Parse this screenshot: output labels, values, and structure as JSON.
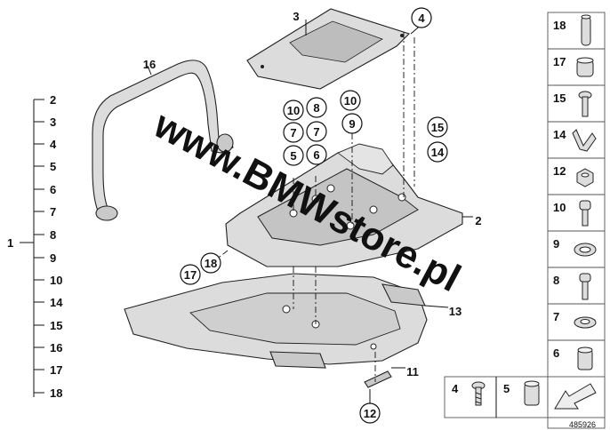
{
  "diagram": {
    "watermark": "www.BMWstore.pl",
    "image_number": "485926",
    "tree": {
      "root": "1",
      "items": [
        "2",
        "3",
        "4",
        "5",
        "6",
        "7",
        "8",
        "9",
        "10",
        "14",
        "15",
        "16",
        "17",
        "18"
      ]
    },
    "callouts": [
      "2",
      "3",
      "4",
      "16",
      "10",
      "8",
      "10",
      "7",
      "7",
      "9",
      "5",
      "6",
      "15",
      "14",
      "17",
      "18",
      "13",
      "11",
      "12"
    ],
    "side_table": [
      "18",
      "17",
      "15",
      "14",
      "12",
      "10",
      "9",
      "8",
      "7",
      "6"
    ],
    "bottom_table": [
      "4",
      "5"
    ],
    "colors": {
      "line": "#111111",
      "part_fill": "#dcdcdc",
      "watermark": "#969696"
    }
  }
}
